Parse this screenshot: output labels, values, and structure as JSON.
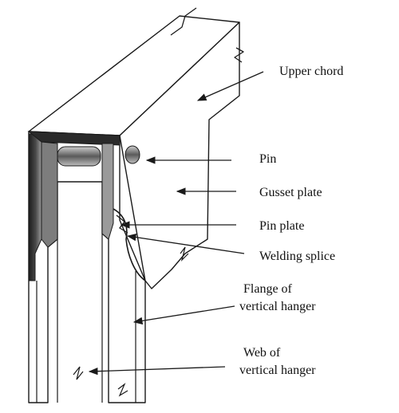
{
  "labels": {
    "upper_chord": "Upper chord",
    "pin": "Pin",
    "gusset_plate": "Gusset plate",
    "pin_plate": "Pin plate",
    "welding_splice": "Welding splice",
    "flange_line1": "Flange of",
    "flange_line2": "vertical hanger",
    "web_line1": "Web of",
    "web_line2": "vertical hanger"
  },
  "colors": {
    "line": "#1a1a1a",
    "dark_plate": "#2a2a2a",
    "shade": "#8a8a8a",
    "text": "#111111"
  }
}
